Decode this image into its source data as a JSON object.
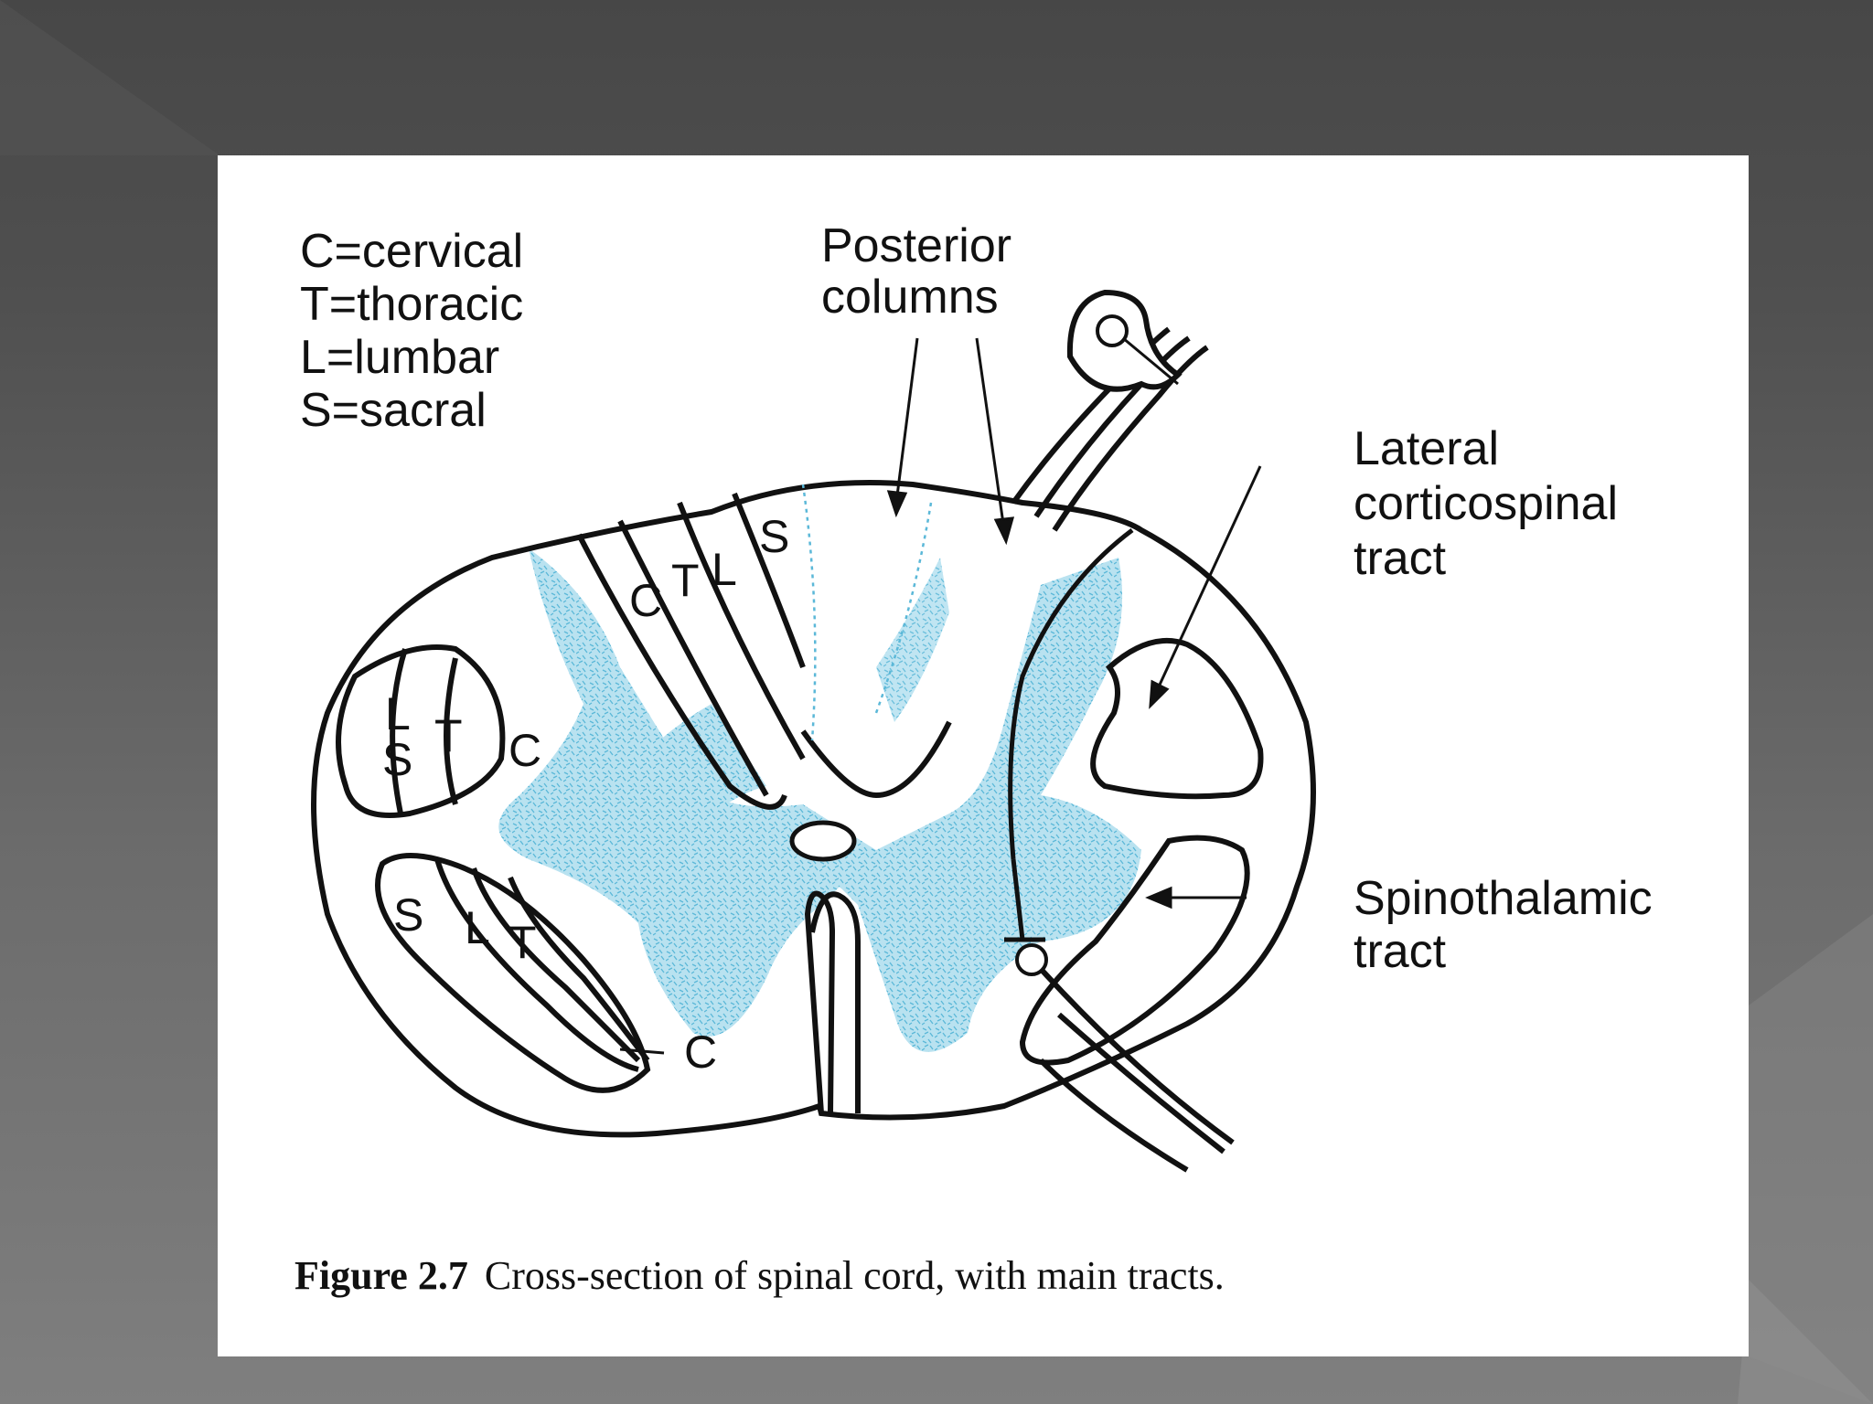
{
  "legend": {
    "cervical": "C=cervical",
    "thoracic": "T=thoracic",
    "lumbar": "L=lumbar",
    "sacral": "S=sacral"
  },
  "labels": {
    "posterior_line1": "Posterior",
    "posterior_line2": "columns",
    "lateral_line1": "Lateral",
    "lateral_line2": "corticospinal",
    "lateral_line3": "tract",
    "spino_line1": "Spinothalamic",
    "spino_line2": "tract"
  },
  "segments": {
    "c": "C",
    "t": "T",
    "l": "L",
    "s": "S"
  },
  "caption": {
    "number": "Figure 2.7",
    "text": "Cross-section of spinal cord, with main tracts."
  },
  "colors": {
    "grey_matter": "#8fd0e6",
    "line": "#111111",
    "card": "#ffffff"
  }
}
